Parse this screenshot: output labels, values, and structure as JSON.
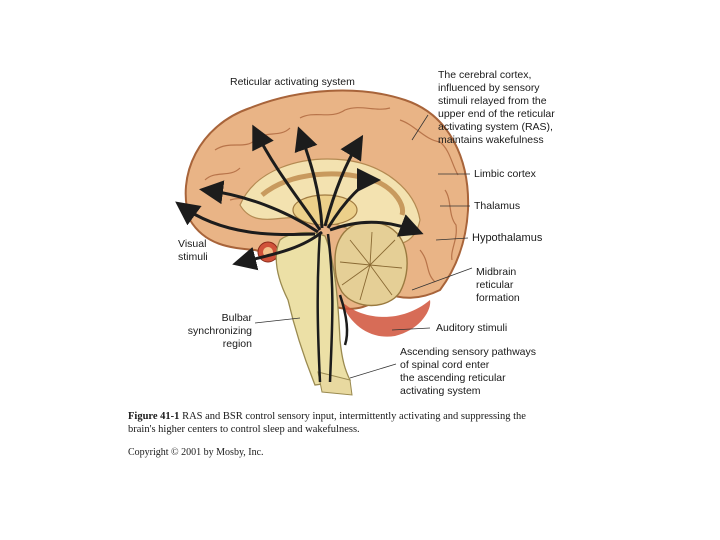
{
  "labels": {
    "reticular_activating_system": "Reticular activating system",
    "cerebral_cortex": "The cerebral cortex,\ninfluenced by sensory\nstimuli relayed from the\nupper end of the reticular\nactivating system (RAS),\nmaintains wakefulness",
    "limbic_cortex": "Limbic cortex",
    "thalamus": "Thalamus",
    "hypothalamus": "Hypothalamus",
    "visual_stimuli": "Visual\nstimuli",
    "midbrain_reticular_formation": "Midbrain\nreticular\nformation",
    "bulbar_synchronizing_region": "Bulbar\nsynchronizing\nregion",
    "auditory_stimuli": "Auditory stimuli",
    "ascending_pathways": "Ascending sensory pathways\nof spinal cord enter\nthe ascending reticular\nactivating system"
  },
  "caption": {
    "figure_number": "Figure 41-1",
    "text": "RAS and BSR control sensory input, intermittently activating and suppressing the brain's higher centers to control sleep and wakefulness."
  },
  "copyright": "Copyright © 2001 by Mosby, Inc.",
  "colors": {
    "cortex_fill": "#e9b486",
    "cortex_stroke": "#a8643a",
    "inner_fill": "#f3e2b0",
    "cerebellum_fill": "#e5cf96",
    "brainstem_fill": "#ece0a6",
    "arrow": "#1c1c1c",
    "red_tissue": "#d0523a"
  }
}
